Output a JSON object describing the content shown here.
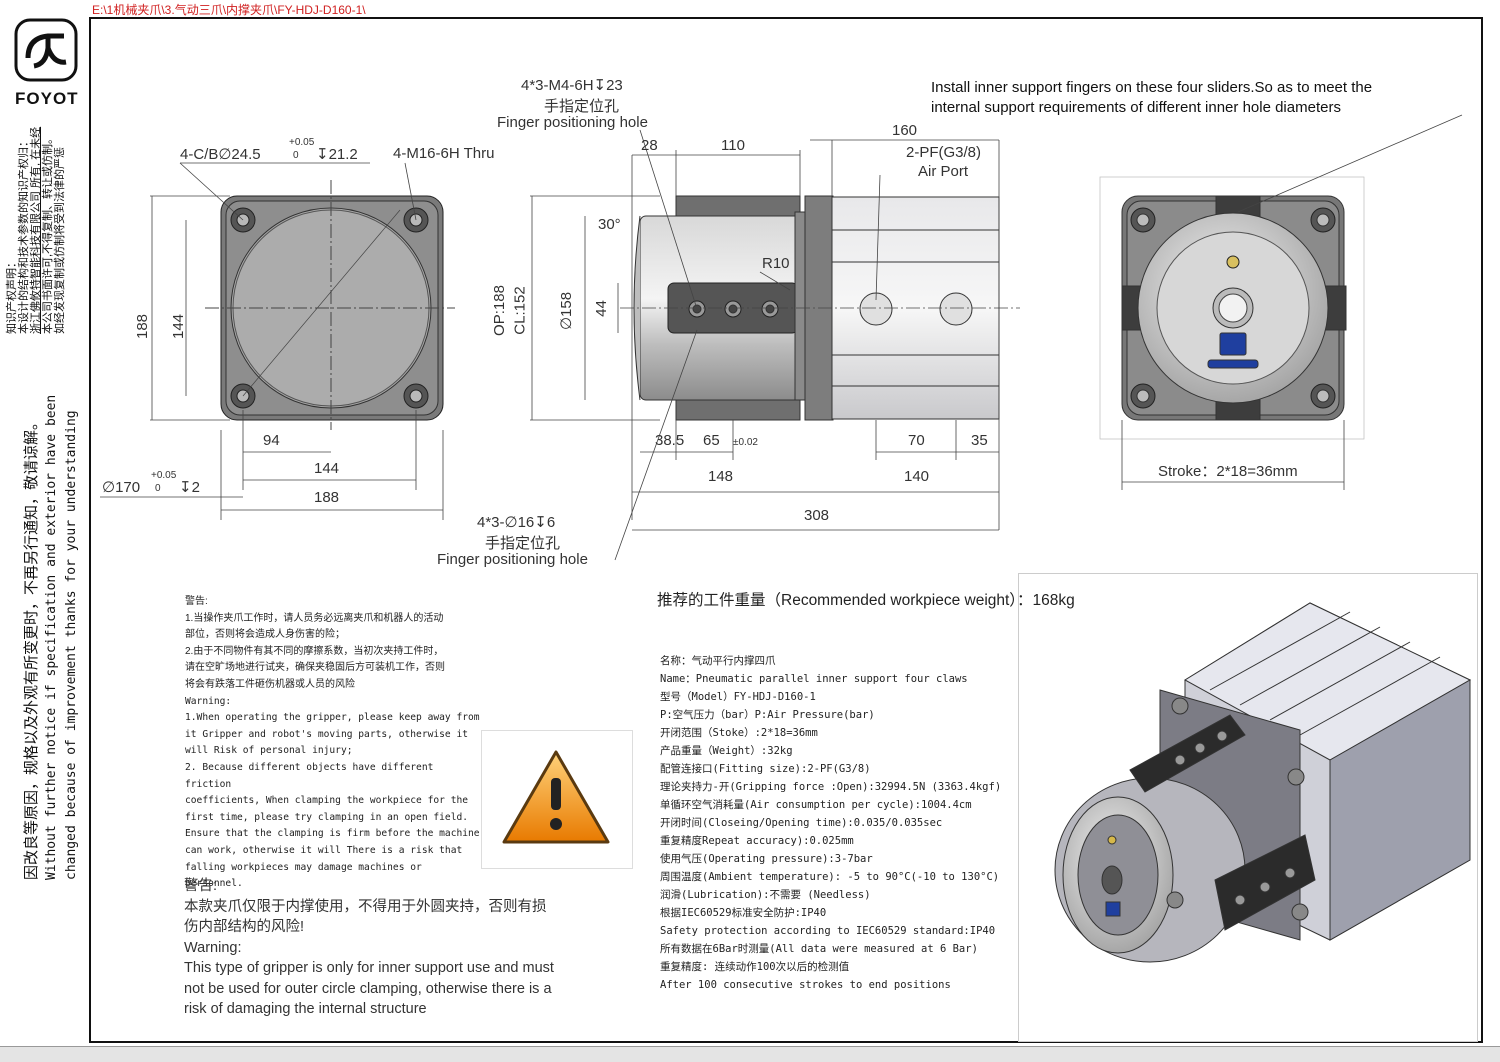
{
  "file_path": "E:\\1机械夹爪\\3.气动三爪\\内撑夹爪\\FY-HDJ-D160-1\\",
  "brand": "FOYOT",
  "copyright_lines": [
    "知识产权声明：",
    "本设计的结构和技术参数的知识产权归：",
    "浙江佛攸特智能科技有限公司 所有, 在未经",
    "本公司书面许可,不得复制、转让或仿制。",
    "如经发现复制或仿制将受到法律的严惩"
  ],
  "notice_zh": "因改良等原因，规格以及外观有所变更时，不再另行通知，敬请谅解。",
  "notice_en_1": "Without further  notice if specification and exterior have been",
  "notice_en_2": "changed because of improvement thanks for your understanding",
  "install_note_1": "Install inner support fingers on these four sliders.So as to meet the",
  "install_note_2": "internal support requirements of different inner hole diameters",
  "labels": {
    "cb": "4-C/B∅24.5",
    "cb_tol": "+0.05",
    "cb_tol0": "0",
    "cb_depth": "↧21.2",
    "m16": "4-M16-6H Thru",
    "d188v": "188",
    "d144v": "144",
    "d94": "94",
    "d144h": "144",
    "d188h": "188",
    "d170": "∅170",
    "d170_tol": "+0.05",
    "d170_tol0": "0",
    "d170_depth": "↧2",
    "m4": "4*3-M4-6H↧23",
    "finger_zh": "手指定位孔",
    "finger_en": "Finger positioning hole",
    "d28": "28",
    "d110": "110",
    "d160": "160",
    "pf": "2-PF(G3/8)",
    "air": "Air Port",
    "a30": "30°",
    "r10": "R10",
    "op": "OP:188",
    "cl": "CL:152",
    "d158": "∅158",
    "d44": "44",
    "d38": "38.5",
    "d65": "65",
    "d65_tol": "±0.02",
    "d70": "70",
    "d35": "35",
    "d148": "148",
    "d140": "140",
    "d308": "308",
    "pin16": "4*3-∅16↧6",
    "finger_zh2": "手指定位孔",
    "finger_en2": "Finger positioning hole",
    "stroke": "Stroke：2*18=36mm"
  },
  "warning_block": {
    "title": "警告:",
    "lines": [
      "1.当操作夹爪工作时，请人员务必远离夹爪和机器人的活动",
      "部位，否则将会造成人身伤害的险；",
      "2.由于不同物件有其不同的摩擦系数，当初次夹持工件时，",
      "请在空旷场地进行试夹，确保夹稳固后方可装机工作，否则",
      "将会有跌落工件砸伤机器或人员的风险"
    ],
    "en_title": "Warning:",
    "en_lines": [
      "1.When operating the gripper, please keep away from",
      "it Gripper and robot's moving parts, otherwise it",
      "will Risk of personal injury;",
      "2. Because different objects have different friction",
      "coefficients, When clamping the workpiece for the",
      "first time, please try clamping in an open field.",
      "Ensure that the clamping is firm before the machine",
      "can work, otherwise it will There is a risk that",
      "falling workpieces may damage machines or personnel."
    ]
  },
  "warning2": {
    "title": "警告:",
    "zh": "本款夹爪仅限于内撑使用，不得用于外圆夹持，否则有损伤内部结构的风险!",
    "en_title": "Warning:",
    "en": "This type of gripper is only for inner support use and must not be used for outer circle clamping, otherwise there is a risk of damaging the internal structure"
  },
  "recommended": "推荐的工件重量（Recommended workpiece weight）：168kg",
  "specs": [
    "名称：气动平行内撑四爪",
    "Name：Pneumatic parallel inner support four claws",
    "型号（Model）FY-HDJ-D160-1",
    "P:空气压力（bar）P:Air Pressure(bar)",
    "开闭范围（Stoke）:2*18=36mm",
    "产品重量（Weight）:32kg",
    "配管连接口(Fitting size):2-PF(G3/8)",
    "理论夹持力-开(Gripping force :Open):32994.5N (3363.4kgf)",
    "单循环空气消耗量(Air consumption per cycle):1004.4cm",
    "开闭时间(Closeing/Opening time):0.035/0.035sec",
    "重复精度Repeat accuracy):0.025mm",
    "使用气压(Operating pressure):3-7bar",
    "周围温度(Ambient temperature): -5 to 90°C(-10 to 130°C)",
    "润滑(Lubrication):不需要 (Needless)",
    "根据IEC60529标准安全防护:IP40",
    "Safety protection according to IEC60529 standard:IP40",
    "所有数据在6Bar时测量(All data were measured at 6 Bar)",
    "重复精度: 连续动作100次以后的检测值",
    "After 100 consecutive strokes to end positions"
  ]
}
